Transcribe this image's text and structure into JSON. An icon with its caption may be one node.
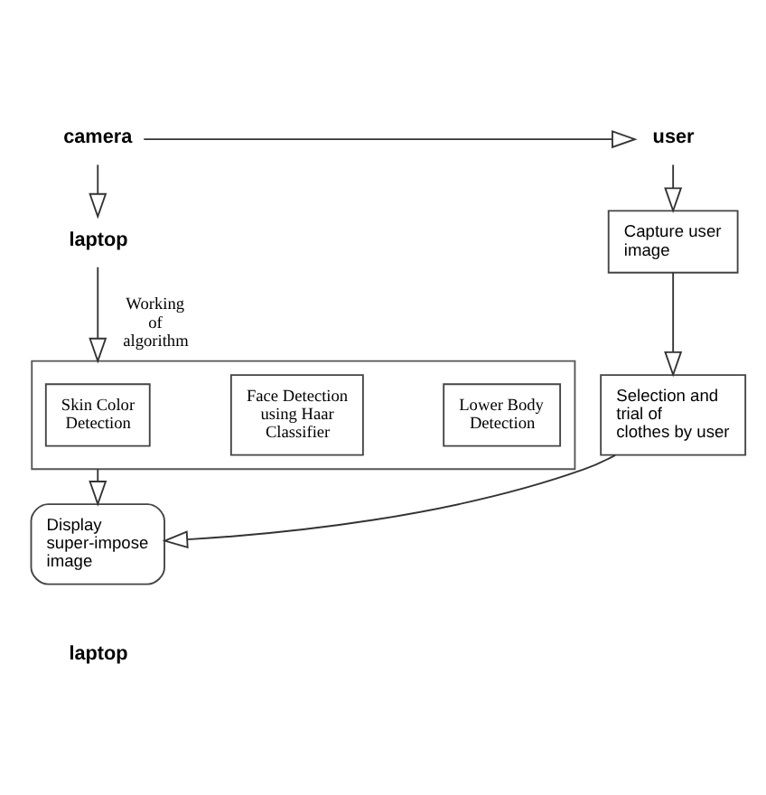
{
  "diagram": {
    "nodes": [
      {
        "text": [
          "camera"
        ]
      },
      {
        "text": [
          "user"
        ]
      },
      {
        "text": [
          "laptop"
        ]
      },
      {
        "text": [
          "Capture user image"
        ]
      },
      {
        "text": [
          "Selection and trial of clothes by user"
        ]
      },
      {
        "text": [],
        "shape": "box"
      },
      {
        "text": [
          "Skin Color Detection"
        ],
        "in": 5
      },
      {
        "text": [
          "Face Detection using Haar Classifier"
        ],
        "in": 5
      },
      {
        "text": [
          "Lower Body Detection"
        ],
        "in": 5
      },
      {
        "text": [
          "Display super-impose image"
        ]
      },
      {
        "text": [
          "laptop"
        ]
      }
    ],
    "edges": [
      {
        "from": 0,
        "to": 2,
        "arrow": "to"
      },
      {
        "from": 0,
        "to": 1,
        "arrow": "to"
      },
      {
        "from": 2,
        "to": 5,
        "arrow": "to",
        "label": "Working of algorithm"
      },
      {
        "from": 1,
        "to": 3,
        "arrow": "to"
      },
      {
        "from": 3,
        "to": 4,
        "arrow": "to"
      },
      {
        "from": 4,
        "to": 9,
        "arrow": "to"
      },
      {
        "from": 5,
        "to": 9,
        "arrow": "to"
      }
    ]
  }
}
